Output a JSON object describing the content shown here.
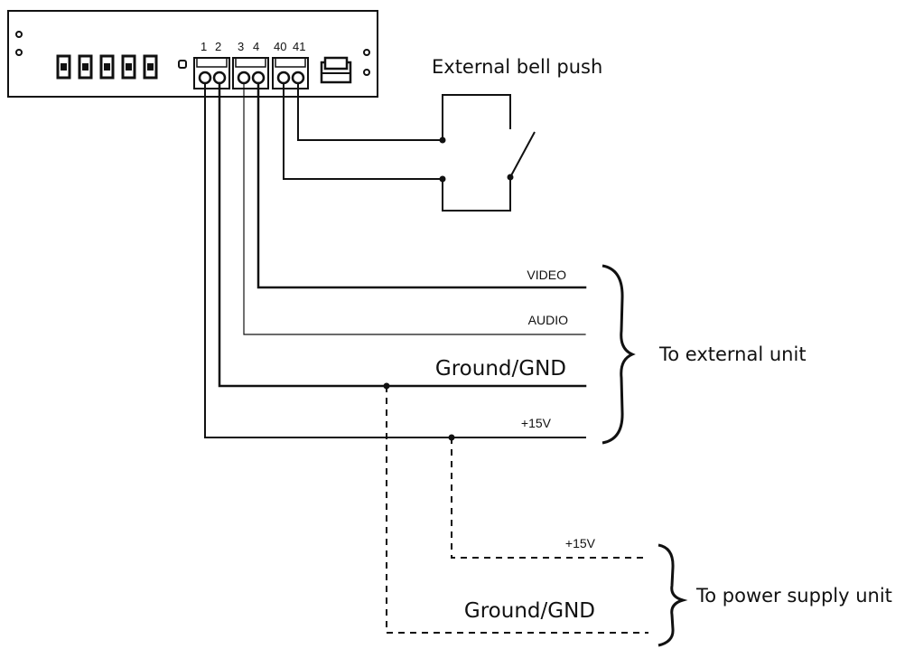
{
  "device": {
    "terminal_labels": [
      "1",
      "2",
      "3",
      "4",
      "40",
      "41"
    ]
  },
  "bell": {
    "label": "External bell push"
  },
  "external_unit": {
    "wires": {
      "video": "VIDEO",
      "audio": "AUDIO",
      "ground": "Ground/GND",
      "plus15": "+15V"
    },
    "label": "To external unit"
  },
  "power_supply": {
    "plus15": "+15V",
    "ground": "Ground/GND",
    "label": "To power supply unit"
  }
}
